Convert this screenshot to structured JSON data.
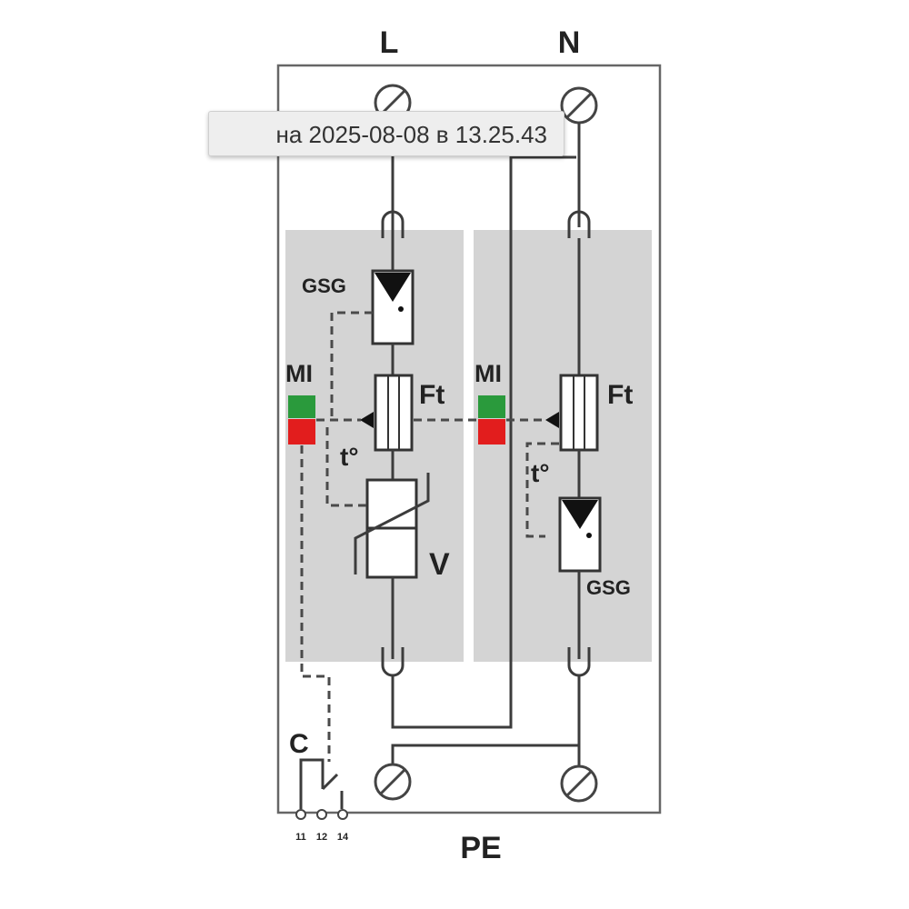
{
  "labels": {
    "line": "L",
    "neutral": "N",
    "earth": "PE",
    "contact": "C",
    "left_spark_gap": "GSG",
    "right_spark_gap": "GSG",
    "left_indicator": "MI",
    "right_indicator": "MI",
    "left_fuse": "Ft",
    "right_fuse": "Ft",
    "left_thermal": "t°",
    "right_thermal": "t°",
    "varistor": "V",
    "contact_pins": [
      "11",
      "12",
      "14"
    ]
  },
  "tooltip": {
    "text": "на 2025-08-08 в 13.25.43"
  },
  "colors": {
    "module_bg": "#d4d4d4",
    "indicator_ok": "#2a9a3c",
    "indicator_fault": "#e21d1d",
    "wire": "#3c3c3c"
  }
}
